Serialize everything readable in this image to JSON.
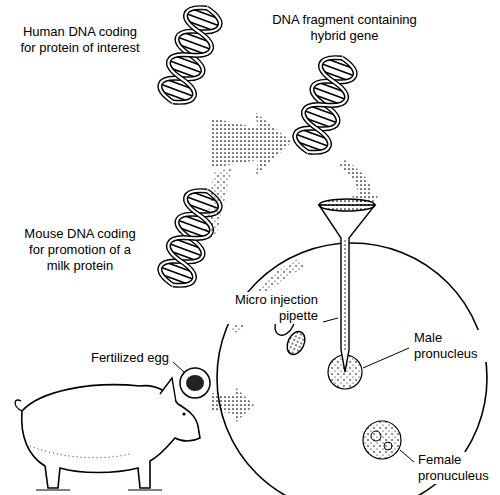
{
  "diagram": {
    "labels": [
      "Human DNA coding for protein of interest",
      "DNA fragment containing hybrid gene",
      "Mouse DNA coding for promotion of a milk protein",
      "Micro injection pipette",
      "Male pronucleus",
      "Fertilized egg",
      "Female pronuculeus"
    ]
  }
}
